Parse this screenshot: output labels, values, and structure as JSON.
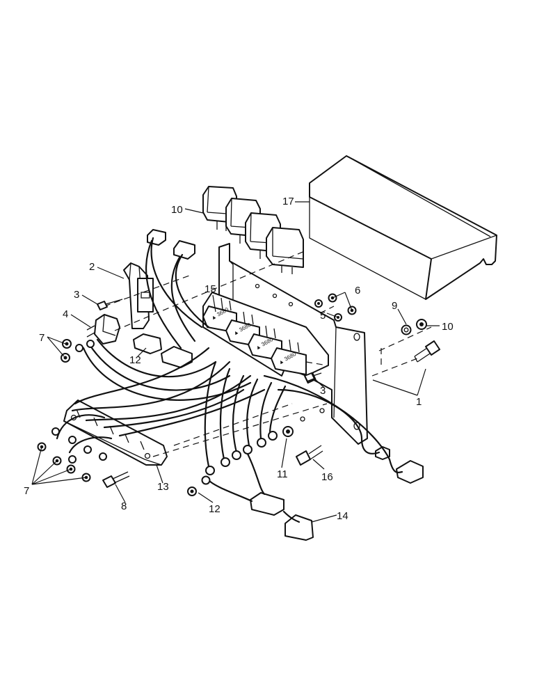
{
  "callouts": [
    {
      "id": "c1",
      "label": "1"
    },
    {
      "id": "c2",
      "label": "2"
    },
    {
      "id": "c3a",
      "label": "3"
    },
    {
      "id": "c3b",
      "label": "3"
    },
    {
      "id": "c4",
      "label": "4"
    },
    {
      "id": "c5",
      "label": "5"
    },
    {
      "id": "c6",
      "label": "6"
    },
    {
      "id": "c7a",
      "label": "7"
    },
    {
      "id": "c7b",
      "label": "7"
    },
    {
      "id": "c8",
      "label": "8"
    },
    {
      "id": "c9",
      "label": "9"
    },
    {
      "id": "c10a",
      "label": "10"
    },
    {
      "id": "c10b",
      "label": "10"
    },
    {
      "id": "c11",
      "label": "11"
    },
    {
      "id": "c12a",
      "label": "12"
    },
    {
      "id": "c12b",
      "label": "12"
    },
    {
      "id": "c13",
      "label": "13"
    },
    {
      "id": "c14",
      "label": "14"
    },
    {
      "id": "c15",
      "label": "15"
    },
    {
      "id": "c16",
      "label": "16"
    },
    {
      "id": "c17",
      "label": "17"
    }
  ],
  "colors": {
    "ink": "#111111",
    "paper": "#ffffff"
  }
}
